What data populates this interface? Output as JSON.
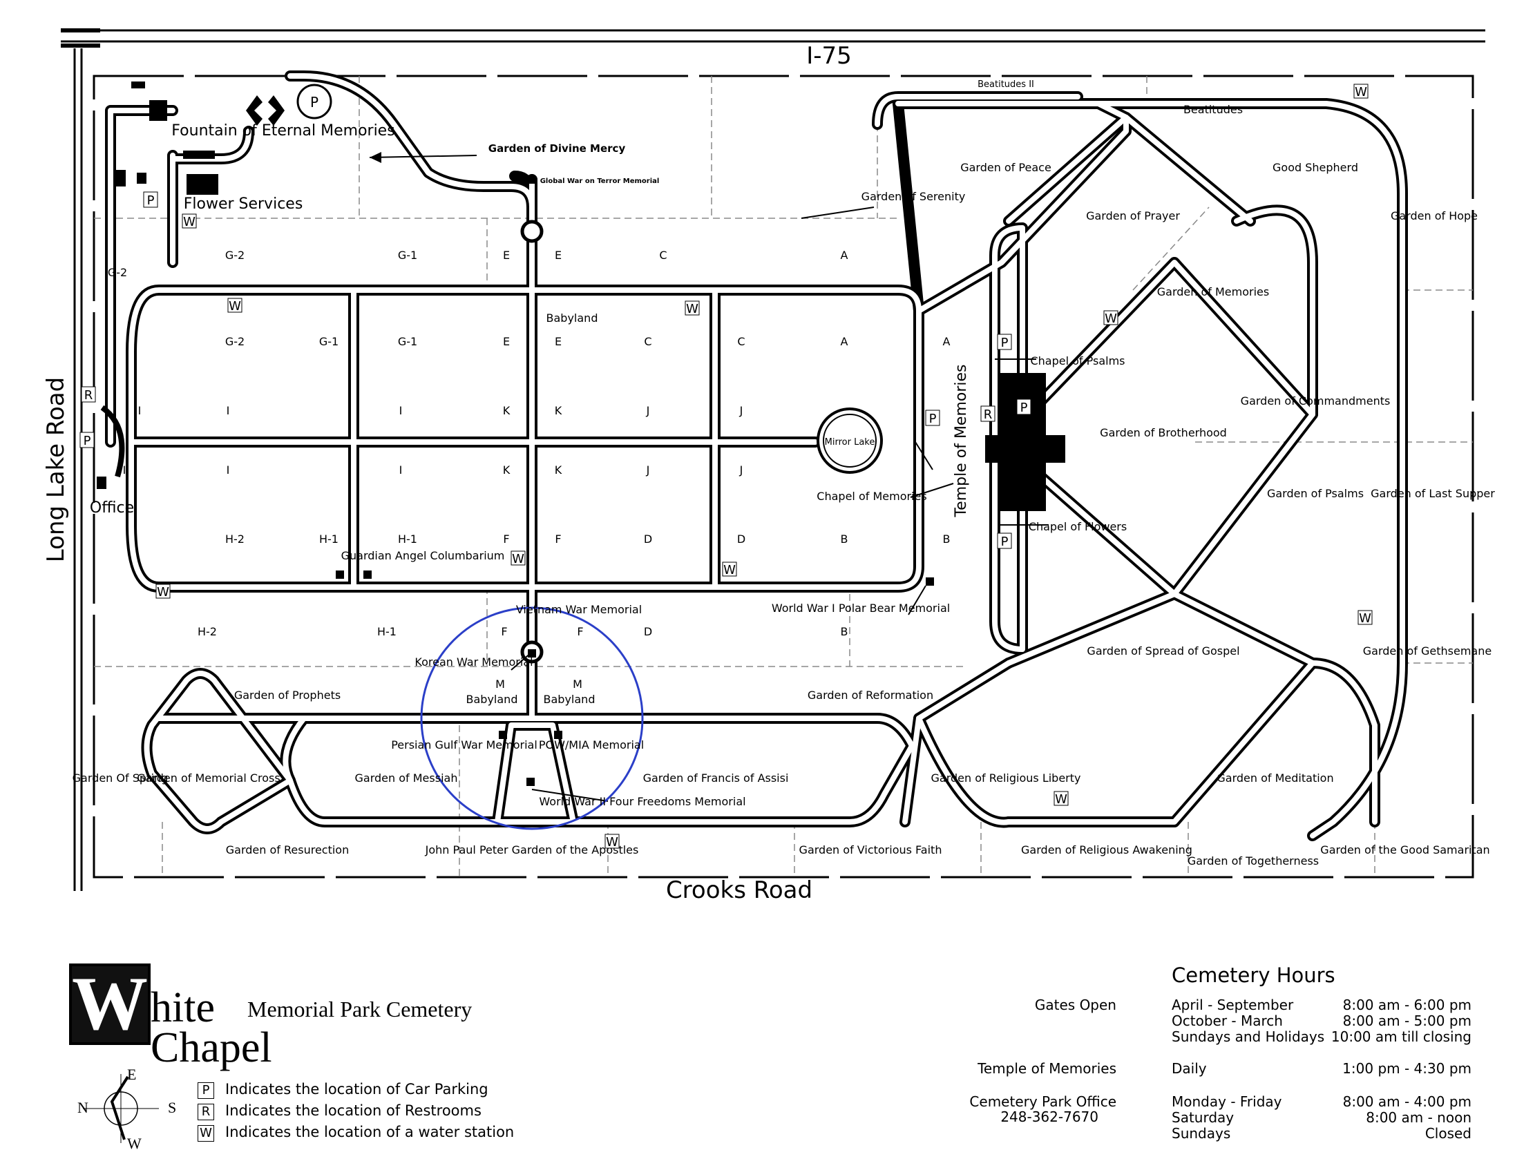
{
  "roads": {
    "top": "I-75",
    "bottom": "Crooks Road",
    "left": "Long Lake Road"
  },
  "callouts": {
    "divine_mercy": "Garden of Divine Mercy",
    "war_on_terror": "Global War on Terror Memorial"
  },
  "features": {
    "fountain": "Fountain of Eternal Memories",
    "flower": "Flower Services",
    "office": "Office",
    "mirror": "Mirror Lake",
    "temple": "Temple of Memories",
    "chapel_psalms": "Chapel of Psalms",
    "chapel_memories": "Chapel of Memories",
    "chapel_flowers": "Chapel of Flowers",
    "guardian": "Guardian Angel Columbarium",
    "vietnam": "Vietnam War Memorial",
    "korean": "Korean War Memorial",
    "persian": "Persian Gulf War Memorial",
    "powmia": "POW/MIA Memorial",
    "ww2": "World War II Four Freedoms Memorial",
    "ww1": "World War I Polar Bear Memorial"
  },
  "gardens": {
    "beatitudes2": "Beatitudes II",
    "beatitudes": "Beatitudes",
    "peace": "Garden of Peace",
    "serenity": "Garden of Serenity",
    "prayer": "Garden of Prayer",
    "good_shepherd": "Good Shepherd",
    "hope": "Garden of Hope",
    "memories": "Garden of Memories",
    "commandments": "Garden of Commandments",
    "brotherhood": "Garden of Brotherhood",
    "psalms": "Garden of Psalms",
    "last_supper": "Garden of Last Supper",
    "spread": "Garden of Spread of Gospel",
    "gethsemane": "Garden of Gethsemane",
    "reformation": "Garden of Reformation",
    "religious_liberty": "Garden of Religious Liberty",
    "meditation": "Garden of Meditation",
    "prophets": "Garden of Prophets",
    "spring": "Garden Of Spring",
    "memorial_cross": "Garden of Memorial Cross",
    "messiah": "Garden of Messiah",
    "francis": "Garden of Francis of Assisi",
    "resurection": "Garden of Resurection",
    "apostles": "John Paul Peter Garden of the Apostles",
    "victorious": "Garden of Victorious Faith",
    "awakening": "Garden of Religious Awakening",
    "togetherness": "Garden of Togetherness",
    "samaritan": "Garden of the Good Samaritan",
    "babyland": "Babyland"
  },
  "sections": [
    {
      "t": "G-2",
      "k": "a"
    },
    {
      "t": "G-1",
      "k": "b"
    },
    {
      "t": "E",
      "k": "c"
    },
    {
      "t": "E",
      "k": "d"
    },
    {
      "t": "C",
      "k": "e"
    },
    {
      "t": "A",
      "k": "f"
    },
    {
      "t": "G-2",
      "k": "g"
    },
    {
      "t": "G-2",
      "k": "h"
    },
    {
      "t": "G-1",
      "k": "i"
    },
    {
      "t": "G-1",
      "k": "j"
    },
    {
      "t": "E",
      "k": "k"
    },
    {
      "t": "E",
      "k": "l"
    },
    {
      "t": "C",
      "k": "m"
    },
    {
      "t": "C",
      "k": "n"
    },
    {
      "t": "A",
      "k": "o"
    },
    {
      "t": "A",
      "k": "p"
    },
    {
      "t": "I",
      "k": "q"
    },
    {
      "t": "I",
      "k": "r"
    },
    {
      "t": "I",
      "k": "s"
    },
    {
      "t": "K",
      "k": "t"
    },
    {
      "t": "K",
      "k": "u"
    },
    {
      "t": "J",
      "k": "v"
    },
    {
      "t": "J",
      "k": "w"
    },
    {
      "t": "I",
      "k": "x"
    },
    {
      "t": "I",
      "k": "y"
    },
    {
      "t": "I",
      "k": "z"
    },
    {
      "t": "K",
      "k": "aa"
    },
    {
      "t": "K",
      "k": "ab"
    },
    {
      "t": "J",
      "k": "ac"
    },
    {
      "t": "J",
      "k": "ad"
    },
    {
      "t": "H-2",
      "k": "ae"
    },
    {
      "t": "H-1",
      "k": "af"
    },
    {
      "t": "H-1",
      "k": "ag"
    },
    {
      "t": "F",
      "k": "ah"
    },
    {
      "t": "F",
      "k": "ai"
    },
    {
      "t": "D",
      "k": "aj"
    },
    {
      "t": "D",
      "k": "ak"
    },
    {
      "t": "B",
      "k": "al"
    },
    {
      "t": "B",
      "k": "am"
    },
    {
      "t": "H-2",
      "k": "an"
    },
    {
      "t": "H-1",
      "k": "ao"
    },
    {
      "t": "F",
      "k": "ap"
    },
    {
      "t": "F",
      "k": "aq"
    },
    {
      "t": "D",
      "k": "ar"
    },
    {
      "t": "B",
      "k": "as"
    },
    {
      "t": "M",
      "k": "at"
    },
    {
      "t": "M",
      "k": "au"
    }
  ],
  "symbols": {
    "parking": "P",
    "restroom": "R",
    "water": "W"
  },
  "logo": {
    "w": "W",
    "hite": "hite",
    "chapel": "Chapel",
    "sub": "Memorial Park Cemetery"
  },
  "compass": {
    "n": "N",
    "e": "E",
    "s": "S",
    "w": "W"
  },
  "legend": [
    {
      "sym": "P",
      "text": "Indicates the location of Car Parking"
    },
    {
      "sym": "R",
      "text": "Indicates the location of Restrooms"
    },
    {
      "sym": "W",
      "text": "Indicates the location of a water station"
    }
  ],
  "hours": {
    "title": "Cemetery Hours",
    "gates": {
      "label": "Gates Open",
      "days": [
        "April - September",
        "October - March",
        "Sundays and Holidays"
      ],
      "times": [
        "8:00 am - 6:00 pm",
        "8:00 am - 5:00 pm",
        "10:00 am till closing"
      ]
    },
    "temple": {
      "label": "Temple of Memories",
      "days": [
        "Daily"
      ],
      "times": [
        "1:00 pm - 4:30 pm"
      ]
    },
    "office": {
      "label": "Cemetery Park Office",
      "phone": "248-362-7670",
      "days": [
        "Monday - Friday",
        "Saturday",
        "Sundays"
      ],
      "times": [
        "8:00 am - 4:00 pm",
        "8:00 am - noon",
        "Closed"
      ]
    }
  }
}
